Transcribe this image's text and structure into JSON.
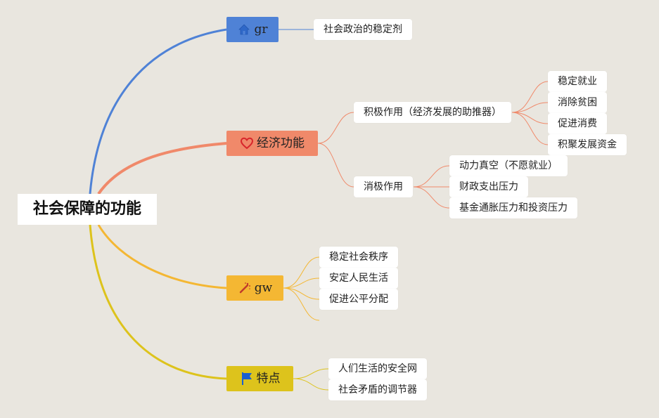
{
  "root": {
    "label": "社会保障的功能"
  },
  "branches": {
    "gr": {
      "label": "gr",
      "icon": "house-icon",
      "color": "#4f82d6",
      "children": [
        "社会政治的稳定剂"
      ]
    },
    "econ": {
      "label": "经济功能",
      "icon": "heart-icon",
      "color": "#f0896a",
      "positive": {
        "label": "积极作用（经济发展的助推器）",
        "children": [
          "稳定就业",
          "消除贫困",
          "促进消费",
          "积聚发展资金"
        ]
      },
      "negative": {
        "label": "消极作用",
        "children": [
          "动力真空（不愿就业）",
          "财政支出压力",
          "基金通胀压力和投资压力"
        ]
      }
    },
    "gw": {
      "label": "gw",
      "icon": "magic-wand-icon",
      "color": "#f4b733",
      "children": [
        "稳定社会秩序",
        "安定人民生活",
        "促进公平分配"
      ]
    },
    "feat": {
      "label": "特点",
      "icon": "flag-icon",
      "color": "#ddc31c",
      "children": [
        "人们生活的安全网",
        "社会矛盾的调节器"
      ]
    }
  }
}
